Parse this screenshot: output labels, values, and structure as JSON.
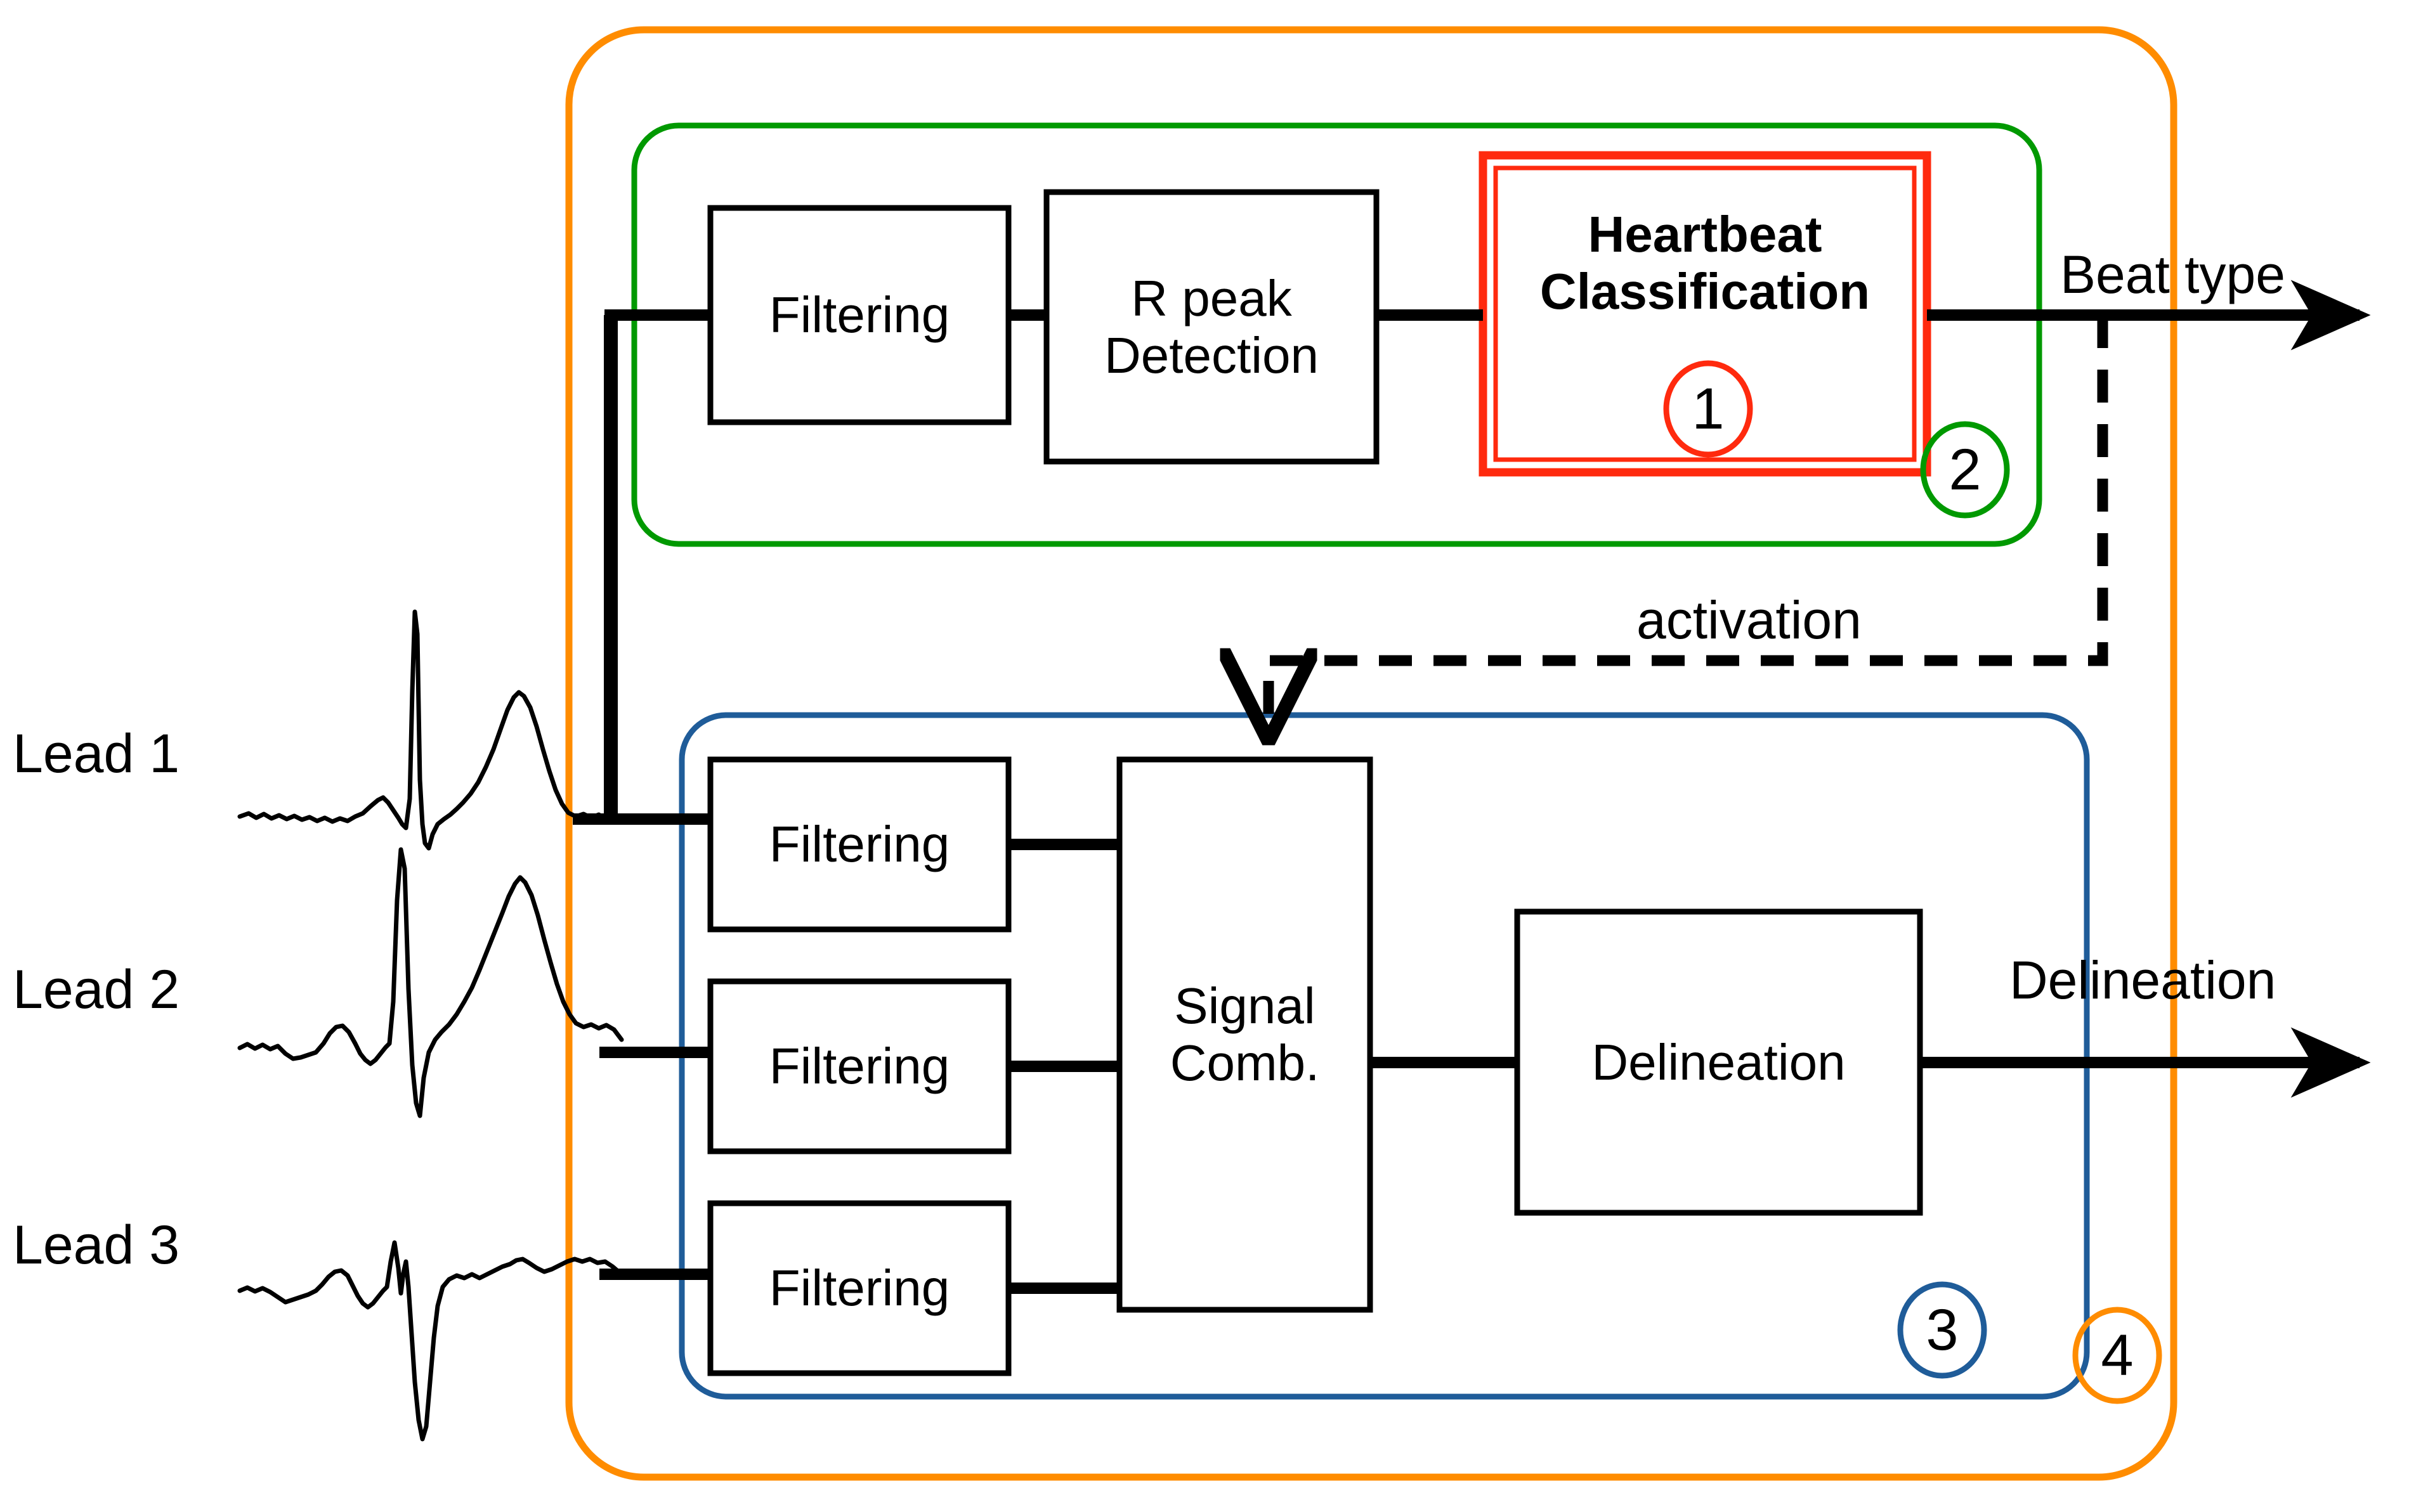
{
  "figure": {
    "type": "block-diagram",
    "title": "ECG multi-lead processing pipeline",
    "background": "#ffffff"
  },
  "colors": {
    "black": "#000000",
    "red": "#FF2A0E",
    "green": "#009900",
    "blue": "#1F5C99",
    "orange": "#FF8C00"
  },
  "inputs": [
    {
      "label": "Lead 1",
      "signal": "ecg-waveform-lead-1"
    },
    {
      "label": "Lead 2",
      "signal": "ecg-waveform-lead-2"
    },
    {
      "label": "Lead 3",
      "signal": "ecg-waveform-lead-3"
    }
  ],
  "blocks": {
    "top_filtering": "Filtering",
    "r_peak_detection": "R peak\nDetection",
    "heartbeat_classification": "Heartbeat\nClassification",
    "filtering_1": "Filtering",
    "filtering_2": "Filtering",
    "filtering_3": "Filtering",
    "signal_combination": "Signal\nComb.",
    "delineation": "Delineation"
  },
  "edge_labels": {
    "beat_type": "Beat type",
    "activation": "activation",
    "delineation_out": "Delineation"
  },
  "badges": [
    {
      "number": "1",
      "color": "#FF2A0E",
      "attached_to": "heartbeat-classification-block"
    },
    {
      "number": "2",
      "color": "#009900",
      "attached_to": "beat-classification-group"
    },
    {
      "number": "3",
      "color": "#1F5C99",
      "attached_to": "delineation-group"
    },
    {
      "number": "4",
      "color": "#FF8C00",
      "attached_to": "full-system-group"
    }
  ],
  "groups": [
    {
      "name": "beat-classification-group",
      "color": "#009900",
      "badge": "2"
    },
    {
      "name": "delineation-group",
      "color": "#1F5C99",
      "badge": "3"
    },
    {
      "name": "full-system-group",
      "color": "#FF8C00",
      "badge": "4"
    }
  ]
}
